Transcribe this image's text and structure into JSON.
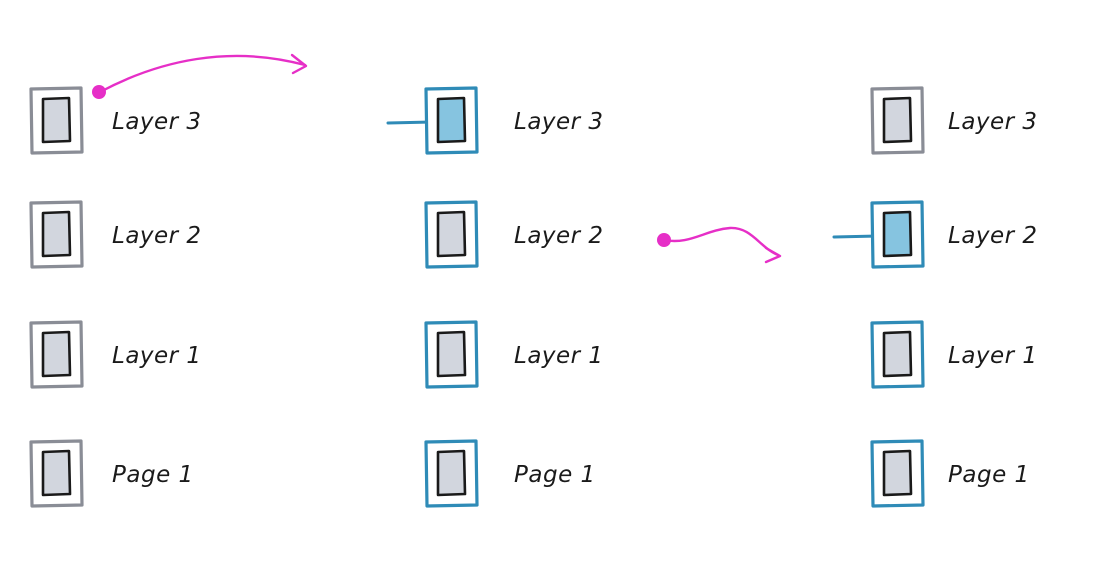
{
  "colors": {
    "neutral_frame": "#8a8d96",
    "selected_frame": "#2f8bb7",
    "thumb_fill": "#d2d6de",
    "thumb_fill_active": "#86c4e0",
    "ink": "#1a1a1a",
    "arrow": "#e62fc7",
    "connector": "#2f8bb7"
  },
  "columns": [
    {
      "name": "column-1",
      "items": [
        {
          "label": "Layer 3",
          "state": "neutral"
        },
        {
          "label": "Layer 2",
          "state": "neutral"
        },
        {
          "label": "Layer 1",
          "state": "neutral"
        },
        {
          "label": "Page 1",
          "state": "neutral"
        }
      ]
    },
    {
      "name": "column-2",
      "items": [
        {
          "label": "Layer 3",
          "state": "active"
        },
        {
          "label": "Layer 2",
          "state": "selected"
        },
        {
          "label": "Layer 1",
          "state": "selected"
        },
        {
          "label": "Page 1",
          "state": "selected"
        }
      ]
    },
    {
      "name": "column-3",
      "items": [
        {
          "label": "Layer 3",
          "state": "neutral"
        },
        {
          "label": "Layer 2",
          "state": "active"
        },
        {
          "label": "Layer 1",
          "state": "selected"
        },
        {
          "label": "Page 1",
          "state": "selected"
        }
      ]
    }
  ],
  "arrows": [
    {
      "name": "arrow-from-layer-3"
    },
    {
      "name": "arrow-from-layer-2"
    }
  ]
}
